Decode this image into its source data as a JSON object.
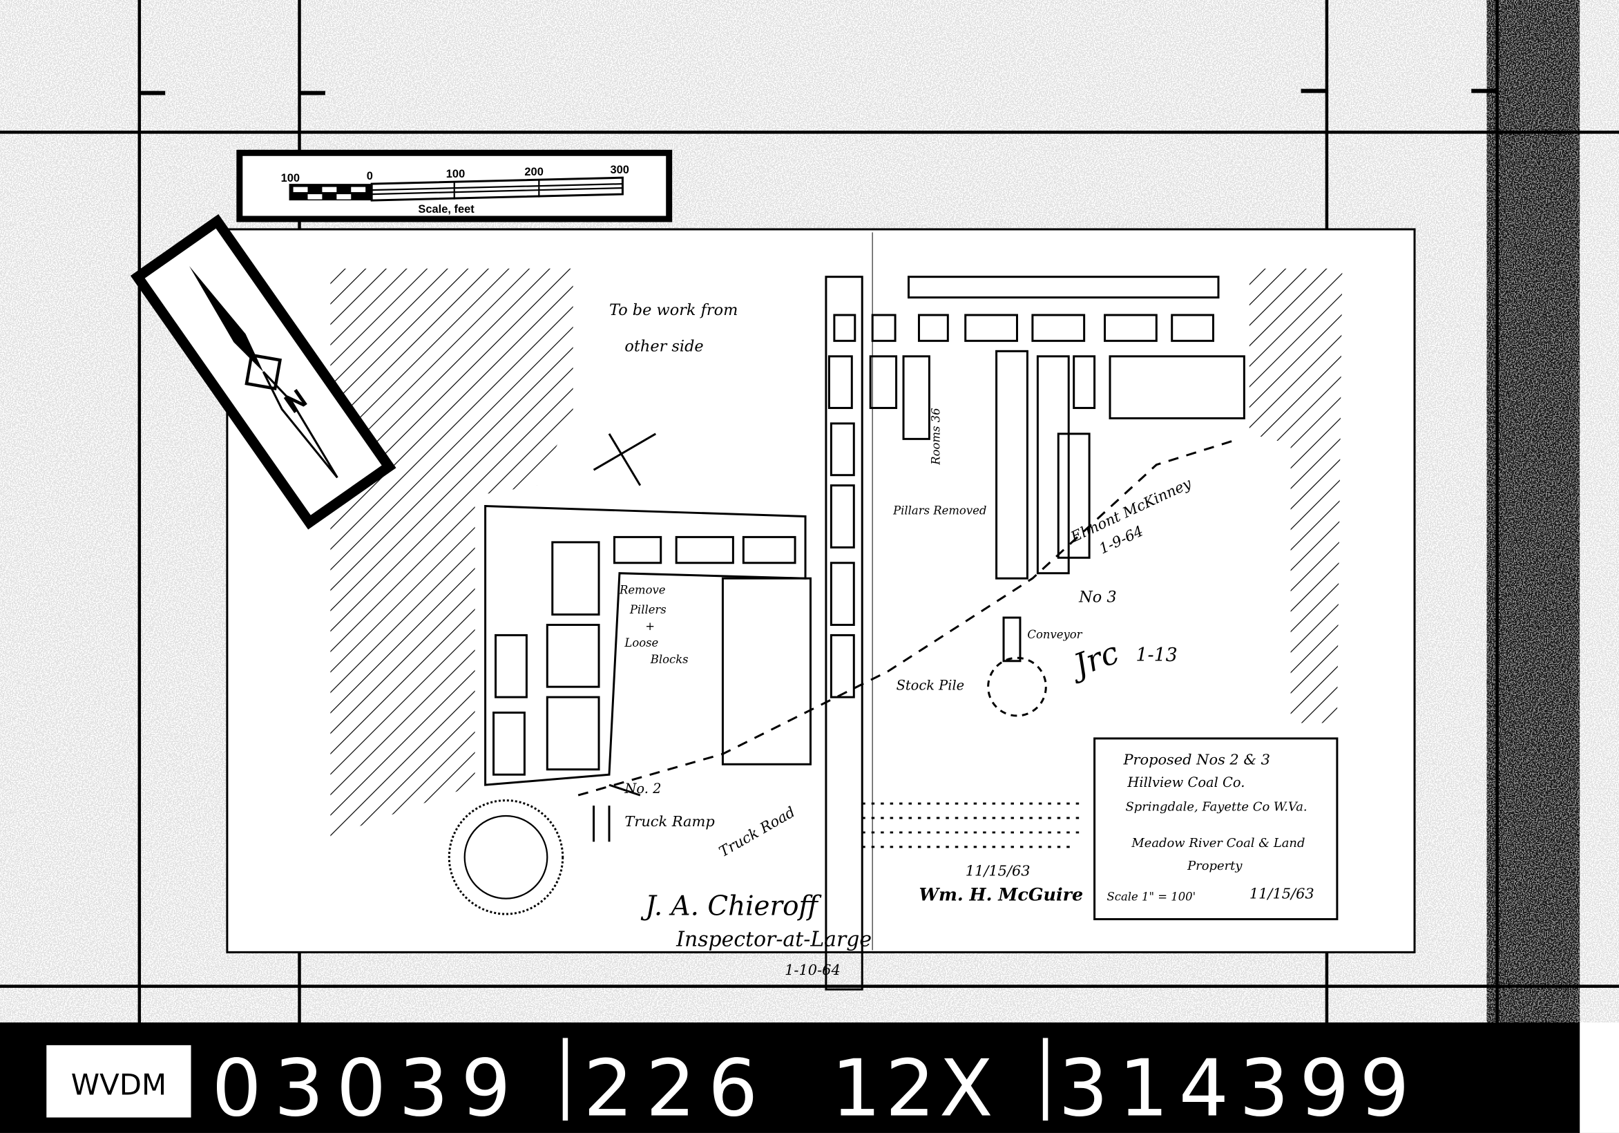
{
  "scale_bar": {
    "ticks": [
      "100",
      "0",
      "100",
      "200",
      "300"
    ],
    "caption": "Scale, feet"
  },
  "north_arrow": {
    "label": "N"
  },
  "map_labels": {
    "work_note_line1": "To be work from",
    "work_note_line2": "other side",
    "rooms": "Rooms 36",
    "pillars_removed": "Pillars Removed",
    "remove_pillars_1": "Remove",
    "remove_pillars_2": "Pillers",
    "remove_pillars_3": "+",
    "remove_pillars_4": "Loose",
    "remove_pillars_5": "Blocks",
    "no2": "No. 2",
    "no3": "No 3",
    "conveyor": "Conveyor",
    "stock_pile": "Stock Pile",
    "truck_ramp": "Truck Ramp",
    "truck_road": "Truck Road",
    "inspector_note_1": "Elmont McKinney",
    "inspector_note_2": "1-9-64",
    "initials": "Jrc",
    "initials_date": "1-13"
  },
  "title_block": {
    "line1": "Proposed Nos 2 & 3",
    "line2": "Hillview Coal Co.",
    "line3": "Springdale, Fayette Co W.Va.",
    "line4": "Meadow River Coal & Land",
    "line5": "Property",
    "scale": "Scale 1\" = 100'",
    "date": "11/15/63"
  },
  "certification": {
    "date": "11/15/63",
    "signature": "Wm. H. McGuire"
  },
  "inspector_signature": {
    "name": "J. A. Chieroff",
    "title": "Inspector-at-Large",
    "date": "1-10-64"
  },
  "film_strip": {
    "agency": "WVDM",
    "field1": "03039",
    "field2": "226",
    "field3": "12X",
    "field4": "314399"
  }
}
